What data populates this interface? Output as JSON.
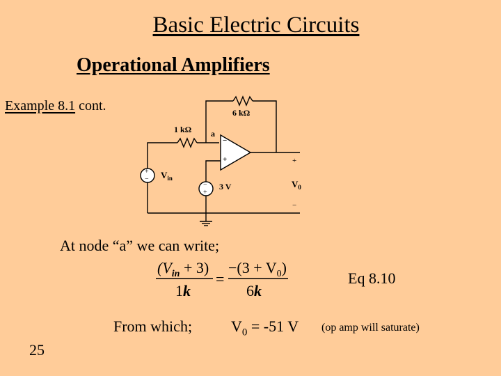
{
  "slide": {
    "title": "Basic Electric Circuits",
    "subtitle": "Operational Amplifiers",
    "example_label": "Example 8.1",
    "example_suffix": " cont.",
    "node_text": "At node “a” we can write;",
    "equation_number": "Eq 8.10",
    "from_which": "From which;",
    "result_label": "V",
    "result_sub": "0",
    "result_value": " = -51 V",
    "saturation_note": "(op amp will saturate)",
    "page_number": "25"
  },
  "circuit": {
    "r1_label": "1 kΩ",
    "r2_label": "6 kΩ",
    "node_label": "a",
    "vin_label": "V",
    "vin_sub": "in",
    "dc_label": "3 V",
    "vo_label": "V",
    "vo_sub": "0",
    "plus": "+",
    "minus": "−"
  },
  "equation": {
    "num_left": "(V",
    "num_left_sub": "in",
    "num_left_rest": " + 3)",
    "den_left_num": "1",
    "den_left_unit": "k",
    "equals": "=",
    "num_right_neg": "−",
    "num_right": "(3 + V",
    "num_right_sub": "0",
    "num_right_close": ")",
    "den_right_num": "6",
    "den_right_unit": "k"
  }
}
